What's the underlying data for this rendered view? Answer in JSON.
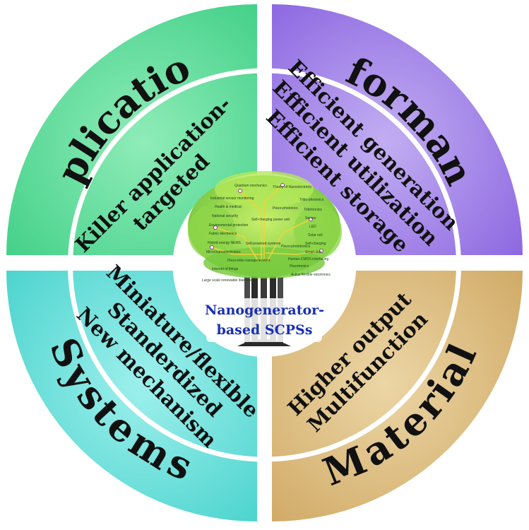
{
  "center": {
    "line1": "Nanogenerator-",
    "line2": "based SCPSs"
  },
  "quadrants": {
    "applications": {
      "title": "Applications",
      "lines": [
        "Killer application-",
        "targeted"
      ],
      "color": "#5fd79a"
    },
    "performances": {
      "title": "Performances",
      "lines": [
        "Efficient generation",
        "Efficient utilization",
        "Efficient storage"
      ],
      "color": "#9c7be6"
    },
    "systems": {
      "title": "Systems",
      "lines": [
        "Miniature/flexible",
        "Standerdized",
        "New mechanism"
      ],
      "color": "#5fd9d4"
    },
    "materials": {
      "title": "Materials",
      "lines": [
        "Higher output",
        "Multifunction"
      ],
      "color": "#d9b878"
    }
  },
  "tree_leaves": [
    "Quantum mechanics",
    "Theory of Nanoelectricity",
    "Industrial sensor monitoring",
    "Health & medical",
    "Self-charging power unit",
    "Piezo-photonics",
    "Tribo-photonics",
    "National security",
    "Environmental protection",
    "Fabric electronics",
    "Hybrid energy NEMS",
    "Micro/nanoelectronics",
    "Internet of things",
    "Self-powered systems",
    "Piezo-tribo nanogenerators",
    "Piezo-phototronics",
    "Piezotronics",
    "Tribotronics",
    "Sensor",
    "LED",
    "Solar cell",
    "Self-charging",
    "Smart skin",
    "Human-CMOS interfacing",
    "Active flexible electronics",
    "Large scale renewable blue energy"
  ]
}
